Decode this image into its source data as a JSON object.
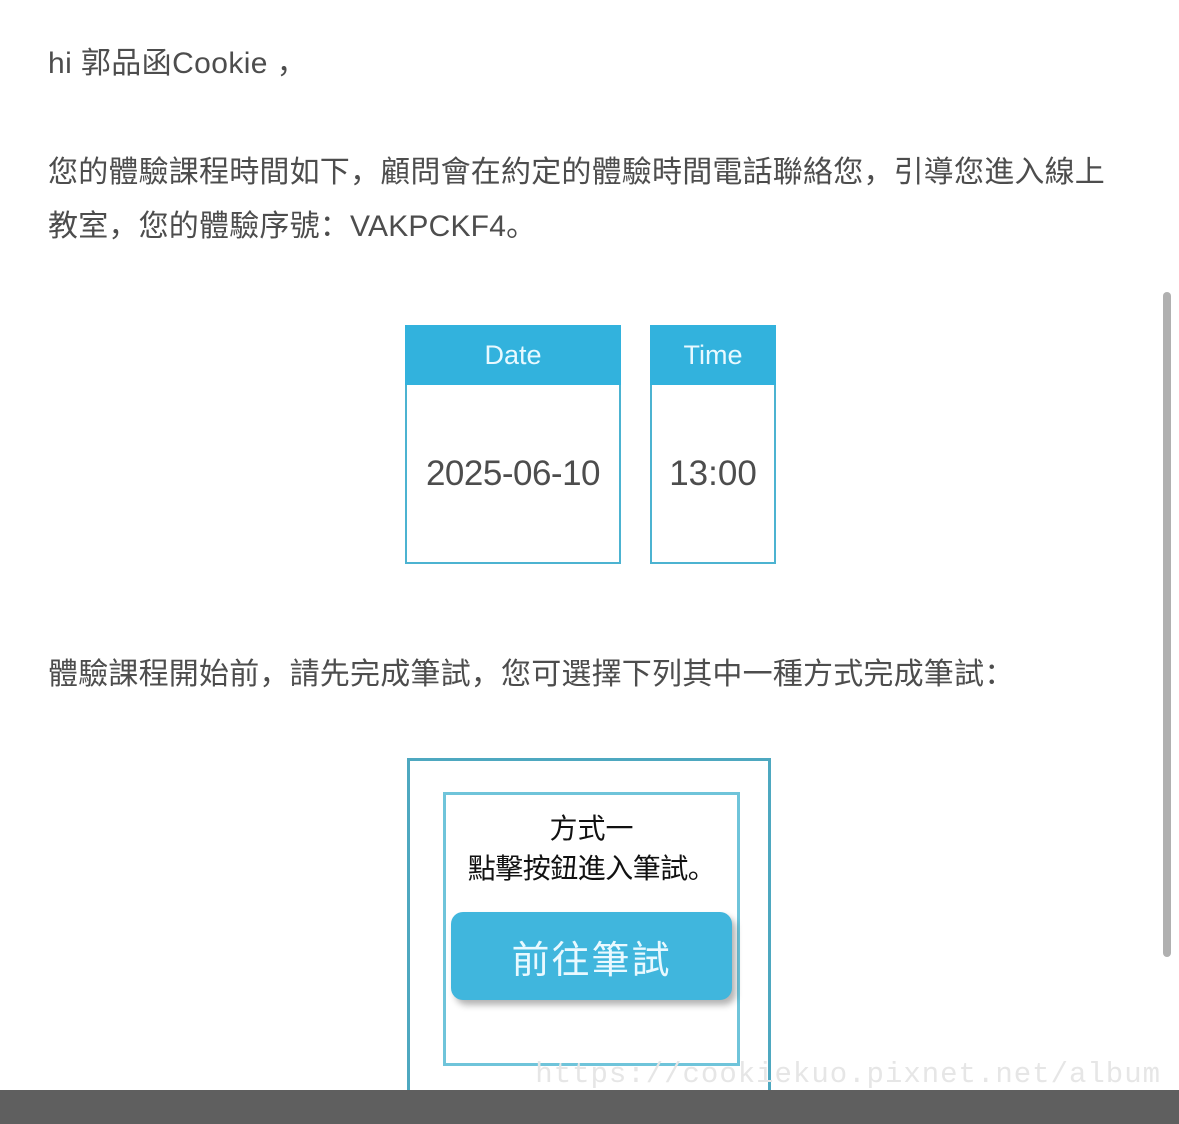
{
  "greeting": "hi 郭品函Cookie ，",
  "paragraphs": {
    "intro": "您的體驗課程時間如下，顧問會在約定的體驗時間電話聯絡您，引導您進入線上教室，您的體驗序號：VAKPCKF4。",
    "exam_instruction": "體驗課程開始前，請先完成筆試，您可選擇下列其中一種方式完成筆試："
  },
  "schedule": {
    "columns": [
      {
        "header": "Date",
        "value": "2025-06-10"
      },
      {
        "header": "Time",
        "value": "13:00"
      }
    ]
  },
  "method_box": {
    "title": "方式一",
    "description": "點擊按鈕進入筆試。",
    "button_label": "前往筆試"
  },
  "watermark": {
    "url": "https://cookiekuo.pixnet.net/album"
  },
  "colors": {
    "header_cyan": "#32b2dd",
    "cell_border": "#4cb3d1",
    "outer_border": "#4ea8c0",
    "inner_border": "#6fc4da",
    "button_bg": "#40b6dd",
    "body_text": "#4d4d4d",
    "watermark_bg": "#5f5f5f",
    "scrollbar": "#b0b0b0"
  }
}
